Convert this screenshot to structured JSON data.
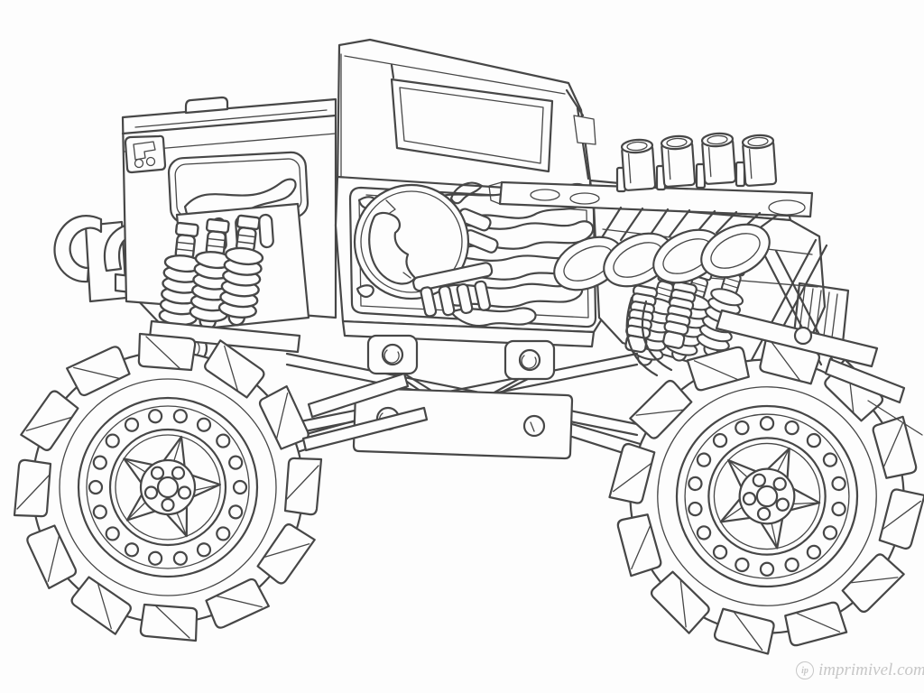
{
  "theme": {
    "paper": "#fdfdfd",
    "line": "#474747",
    "soft": "#9a9a9a",
    "watermark": "#c7c7c7"
  },
  "artwork": {
    "subject": "monster truck coloring page line art",
    "style": "black-and-white outline drawing on white paper"
  },
  "watermark": {
    "logo": "ip",
    "text": "imprimivel.com"
  }
}
